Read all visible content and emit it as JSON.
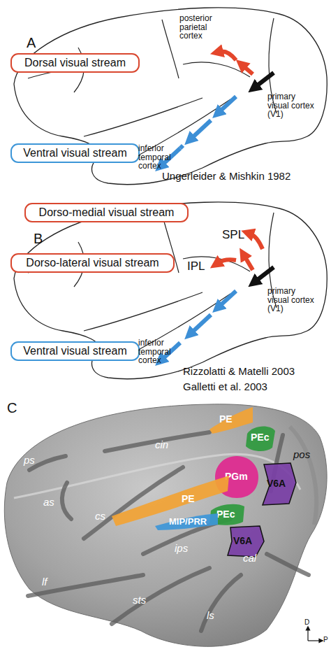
{
  "diagram": {
    "nodes": [
      {
        "text": [
          "Dorsal visual stream"
        ]
      },
      {
        "text": [
          "Ventral visual stream"
        ]
      },
      {
        "text": [
          "Dorso-medial visual stream"
        ]
      },
      {
        "text": [
          "Dorso-lateral visual stream"
        ]
      },
      {
        "text": [
          "Ventral visual stream"
        ]
      },
      {
        "text": [
          "PE"
        ]
      },
      {
        "text": [
          "PEc"
        ]
      },
      {
        "text": [
          "PGm"
        ]
      },
      {
        "text": [
          "V6A"
        ]
      },
      {
        "text": [
          "PE"
        ]
      },
      {
        "text": [
          "PEc"
        ]
      },
      {
        "text": [
          "MIP/PRR"
        ]
      },
      {
        "text": [
          "V6A"
        ]
      }
    ],
    "labels": [
      "A",
      "posterior parietal cortex",
      "primary visual cortex (V1)",
      "inferior temporal cortex",
      "Ungerleider & Mishkin 1982",
      "B",
      "SPL",
      "IPL",
      "primary visual cortex (V1)",
      "inferior temporal cortex",
      "Rizzolatti & Matelli 2003",
      "Galletti et al. 2003",
      "C",
      "cin",
      "pos",
      "ps",
      "as",
      "cs",
      "ips",
      "cal",
      "lf",
      "sts",
      "ls",
      "D",
      "P"
    ]
  }
}
